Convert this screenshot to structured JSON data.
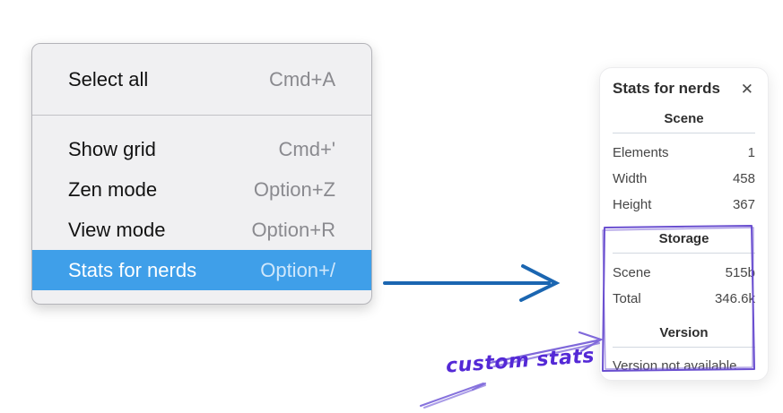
{
  "context_menu": {
    "items": [
      {
        "label": "Select all",
        "shortcut": "Cmd+A"
      },
      {
        "label": "Show grid",
        "shortcut": "Cmd+'"
      },
      {
        "label": "Zen mode",
        "shortcut": "Option+Z"
      },
      {
        "label": "View mode",
        "shortcut": "Option+R"
      },
      {
        "label": "Stats for nerds",
        "shortcut": "Option+/"
      }
    ],
    "selected_item": "Stats for nerds"
  },
  "stats_panel": {
    "title": "Stats for nerds",
    "close_icon": "✕",
    "sections": [
      {
        "heading": "Scene",
        "rows": [
          [
            "Elements",
            "1"
          ],
          [
            "Width",
            "458"
          ],
          [
            "Height",
            "367"
          ]
        ]
      },
      {
        "heading": "Storage",
        "rows": [
          [
            "Scene",
            "515b"
          ],
          [
            "Total",
            "346.6k"
          ]
        ]
      },
      {
        "heading": "Version",
        "note": "Version not available"
      }
    ]
  },
  "annotation": {
    "label": "custom stats"
  },
  "colors": {
    "menu_highlight": "#3f9fe9",
    "blue_arrow": "#1b66b1",
    "purple_sketch": "#6a4fd0",
    "purple_text": "#5429d6"
  }
}
